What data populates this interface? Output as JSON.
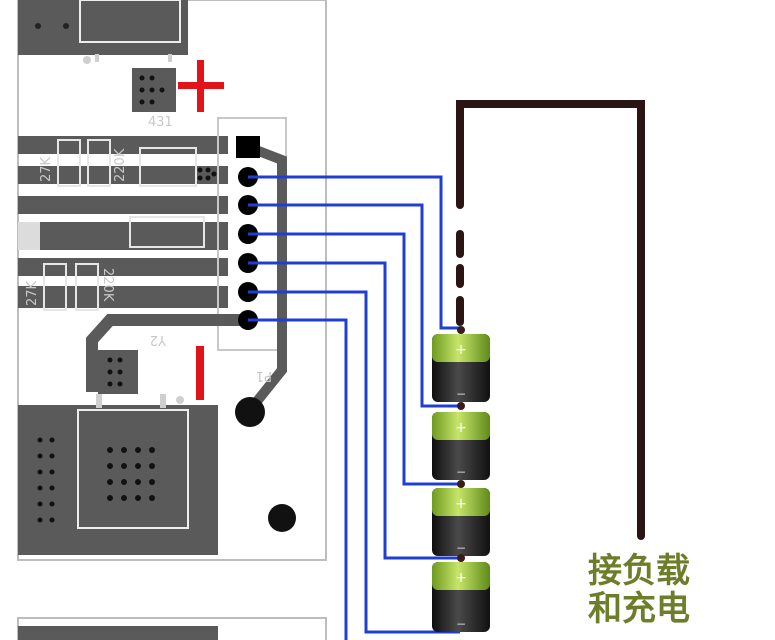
{
  "caption": {
    "line1": "接负载",
    "line2": "和充电"
  },
  "pcb_labels": {
    "ic": "431",
    "r1": "27K",
    "r2": "220K",
    "r3": "27K",
    "r4": "220K",
    "crystal": "Y2",
    "connector": "P1"
  },
  "polarity": {
    "positive": "+",
    "negative": "−"
  },
  "cells": [
    {
      "plus": "+",
      "minus": "−"
    },
    {
      "plus": "+",
      "minus": "−"
    },
    {
      "plus": "+",
      "minus": "−"
    },
    {
      "plus": "+",
      "minus": "−"
    }
  ],
  "colors": {
    "pcb": "#5a5a5a",
    "balance_wire": "#1f3fd4",
    "main_wire": "#2a1414",
    "positive_mark": "#e0141a",
    "negative_mark": "#e0141a",
    "battery_cap": "#9bc53d",
    "caption": "#6e7d2a"
  }
}
